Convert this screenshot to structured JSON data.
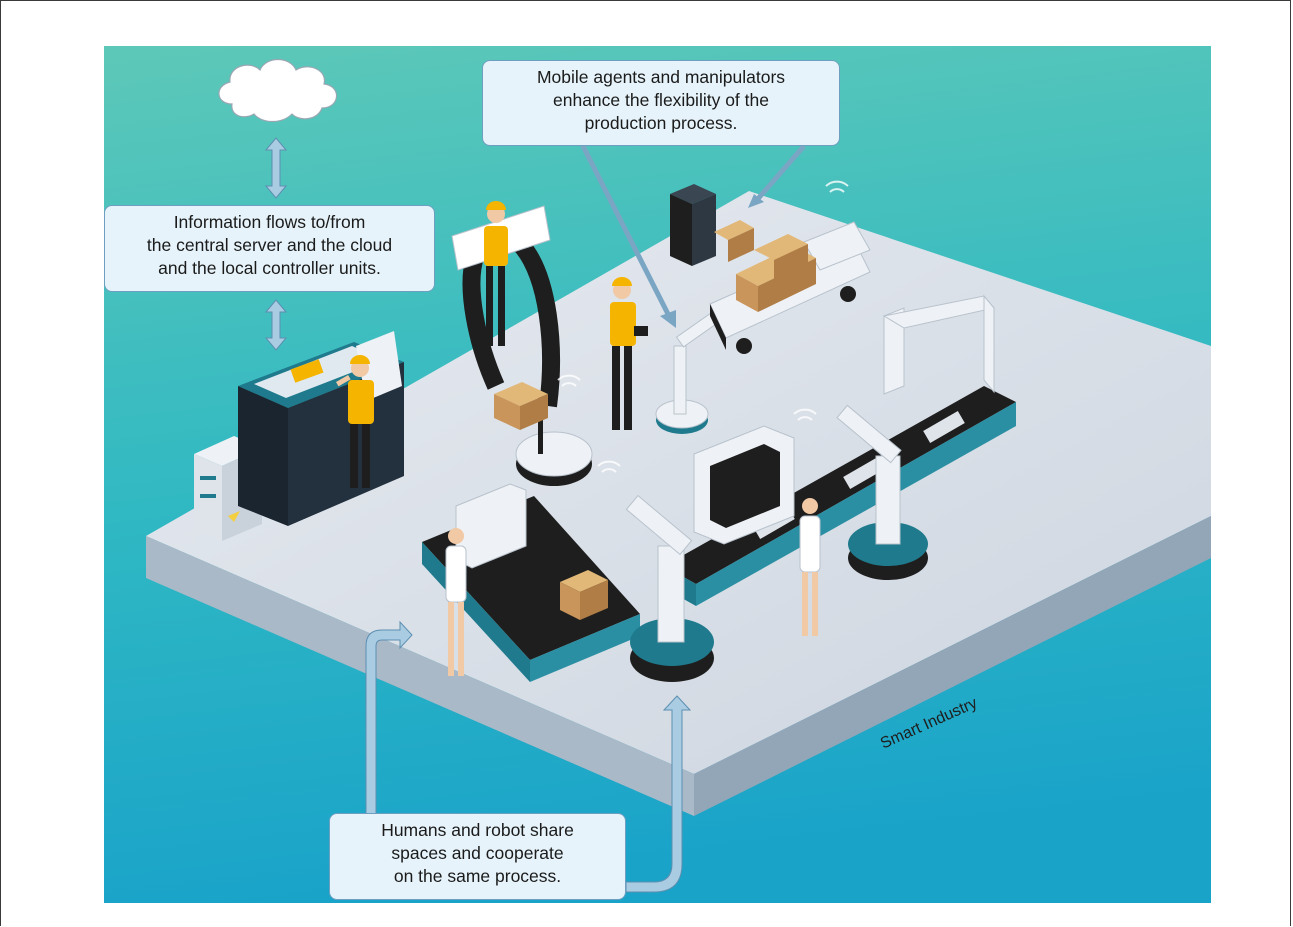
{
  "callouts": {
    "info": {
      "lines": [
        "Information flows to/from",
        "the central server and the cloud",
        "and the local controller units."
      ]
    },
    "mobile": {
      "lines": [
        "Mobile agents and manipulators",
        "enhance the flexibility of the",
        "production process."
      ]
    },
    "humans": {
      "lines": [
        "Humans and robot share",
        "spaces and cooperate",
        "on the same process."
      ]
    }
  },
  "scene_label": "Smart Industry",
  "icons": [
    "cloud-icon",
    "server-rack-icon",
    "control-cabinet-icon",
    "mobile-robot-icon",
    "robotic-arm-icon",
    "conveyor-belt-icon",
    "cardboard-box-icon",
    "wifi-icon",
    "worker-icon",
    "warning-sign-icon"
  ],
  "colors": {
    "background_top": "#5dc8b8",
    "background_bottom": "#1aa3c9",
    "platform_top": "#d8dde6",
    "platform_side": "#a9b9c8",
    "callout_fill": "#e6f3fa",
    "arrow_fill": "#a9cce3",
    "machine_teal": "#1e7a8c",
    "belt_black": "#1e1e1e",
    "hardhat_yellow": "#f4b400",
    "box_tan": "#d8a868"
  }
}
